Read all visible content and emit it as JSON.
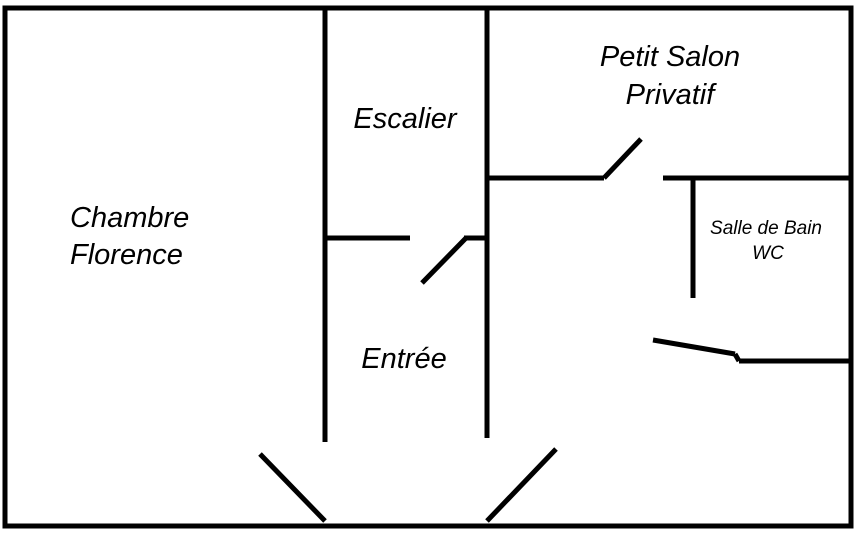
{
  "rooms": {
    "chambre": {
      "line1": "Chambre",
      "line2": "Florence"
    },
    "escalier": {
      "line1": "Escalier"
    },
    "salon": {
      "line1": "Petit Salon",
      "line2": "Privatif"
    },
    "bain": {
      "line1": "Salle de Bain",
      "line2": "WC"
    },
    "entree": {
      "line1": "Entrée"
    }
  },
  "colors": {
    "walls": "#000000",
    "background": "#ffffff"
  }
}
